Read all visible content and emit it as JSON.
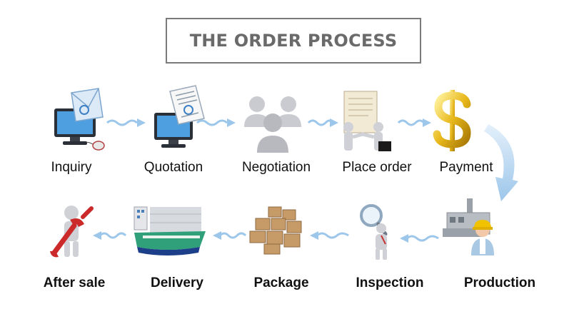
{
  "title": "THE ORDER PROCESS",
  "steps_top": [
    {
      "label": "Inquiry",
      "icon": "computer-email-icon"
    },
    {
      "label": "Quotation",
      "icon": "computer-document-icon"
    },
    {
      "label": "Negotiation",
      "icon": "people-group-icon"
    },
    {
      "label": "Place order",
      "icon": "handshake-contract-icon"
    },
    {
      "label": "Payment",
      "icon": "dollar-sign-icon"
    }
  ],
  "steps_bottom": [
    {
      "label": "After sale",
      "icon": "wrench-figure-icon"
    },
    {
      "label": "Delivery",
      "icon": "cargo-ship-icon"
    },
    {
      "label": "Package",
      "icon": "boxes-icon"
    },
    {
      "label": "Inspection",
      "icon": "magnifier-figure-icon"
    },
    {
      "label": "Production",
      "icon": "factory-worker-icon"
    }
  ],
  "colors": {
    "arrow": "#9cc6ea",
    "title_border": "#7b7b7b",
    "title_text": "#6a6a6a"
  }
}
